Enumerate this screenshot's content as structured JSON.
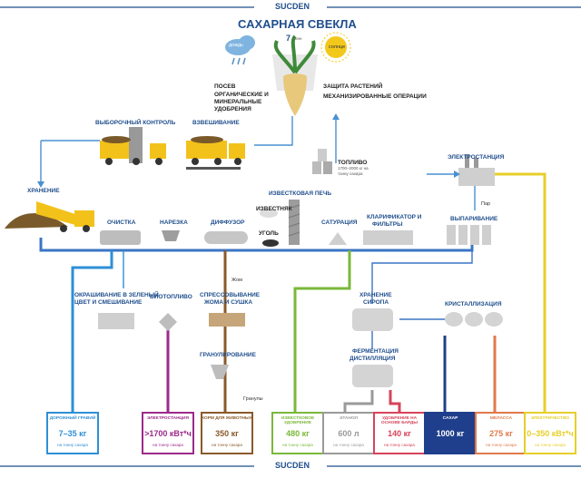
{
  "brand": {
    "top": "SUCDEN",
    "bottom": "SUCDEN"
  },
  "title": "САХАРНАЯ СВЕКЛА",
  "weather": {
    "rain": "дождь",
    "sun": "солнце",
    "temp": "7",
    "temp_unit": "тонн"
  },
  "farm": {
    "left": [
      "ПОСЕВ",
      "ОРГАНИЧЕСКИЕ И",
      "МИНЕРАЛЬНЫЕ",
      "УДОБРЕНИЯ"
    ],
    "right": [
      "ЗАЩИТА РАСТЕНИЙ",
      "МЕХАНИЗИРОВАННЫЕ ОПЕРАЦИИ"
    ]
  },
  "steps": {
    "selection": "ВЫБОРОЧНЫЙ КОНТРОЛЬ",
    "weighing": "ВЗВЕШИВАНИЕ",
    "storage": "ХРАНЕНИЕ",
    "fuel": "ТОПЛИВО",
    "fuel_note1": "1700–2000 кг на",
    "fuel_note2": "тонну сахара",
    "power_station": "ЭЛЕКТРОСТАНЦИЯ",
    "steam": "Пар",
    "lime_kiln": "ИЗВЕСТКОВАЯ ПЕЧЬ",
    "limestone": "ИЗВЕСТНЯК",
    "coal": "УГОЛЬ",
    "cleaning": "ОЧИСТКА",
    "cutting": "НАРЕЗКА",
    "diffuser": "ДИФФУЗОР",
    "saturation": "САТУРАЦИЯ",
    "clarifier1": "КЛАРИФИКАТОР И",
    "clarifier2": "ФИЛЬТРЫ",
    "evaporation": "ВЫПАРИВАНИЕ",
    "pulp": "Жом",
    "green1": "ОКРАШИВАНИЕ В ЗЕЛЕНЫЙ",
    "green2": "ЦВЕТ И СМЕШИВАНИЕ",
    "biofuel": "БИОТОПЛИВО",
    "press1": "СПРЕССОВЫВАНИЕ",
    "press2": "ЖОМА И СУШКА",
    "syrup1": "ХРАНЕНИЕ",
    "syrup2": "СИРОПА",
    "crystal": "КРИСТАЛЛИЗАЦИЯ",
    "ferm1": "ФЕРМЕНТАЦИЯ",
    "ferm2": "ДИСТИЛЛЯЦИЯ",
    "granul": "ГРАНУЛИРОВАНИЕ",
    "granules": "Гранулы"
  },
  "outputs": [
    {
      "title": "ДОРОЖНЫЙ ГРАВИЙ",
      "value": "7–35",
      "unit": "кг",
      "note": "на тонну сахара",
      "color": "#2e8fd6",
      "filled": false
    },
    {
      "title": "ЭЛЕКТРОСТАНЦИЯ",
      "value": ">1700",
      "unit": "кВт*ч",
      "note": "на тонну сахара",
      "color": "#9c2a8a",
      "filled": false
    },
    {
      "title": "КОРМ ДЛЯ ЖИВОТНЫХ",
      "value": "350",
      "unit": "кг",
      "note": "на тонну сахара",
      "color": "#8a5a2b",
      "filled": false
    },
    {
      "title": "ИЗВЕСТКОВОЕ УДОБРЕНИЕ",
      "value": "480",
      "unit": "кг",
      "note": "на тонну сахара",
      "color": "#7ab83a",
      "filled": false
    },
    {
      "title": "ЭТАНОЛ",
      "value": "600",
      "unit": "л",
      "note": "на тонну сахара",
      "color": "#9a9a9a",
      "filled": false
    },
    {
      "title": "УДОБРЕНИЕ НА ОСНОВЕ БАРДЫ",
      "value": "140",
      "unit": "кг",
      "note": "на тонну сахара",
      "color": "#d6445a",
      "filled": false
    },
    {
      "title": "САХАР",
      "value": "1000",
      "unit": "кг",
      "note": "",
      "color": "#1f3f8c",
      "filled": true
    },
    {
      "title": "МЕЛАССА",
      "value": "275",
      "unit": "кг",
      "note": "на тонну сахара",
      "color": "#e07a4a",
      "filled": false
    },
    {
      "title": "ЭЛЕКТРИЧЕСТВО",
      "value": "0–350",
      "unit": "кВт*ч",
      "note": "на тонну сахара",
      "color": "#e6cf2a",
      "filled": false
    }
  ]
}
